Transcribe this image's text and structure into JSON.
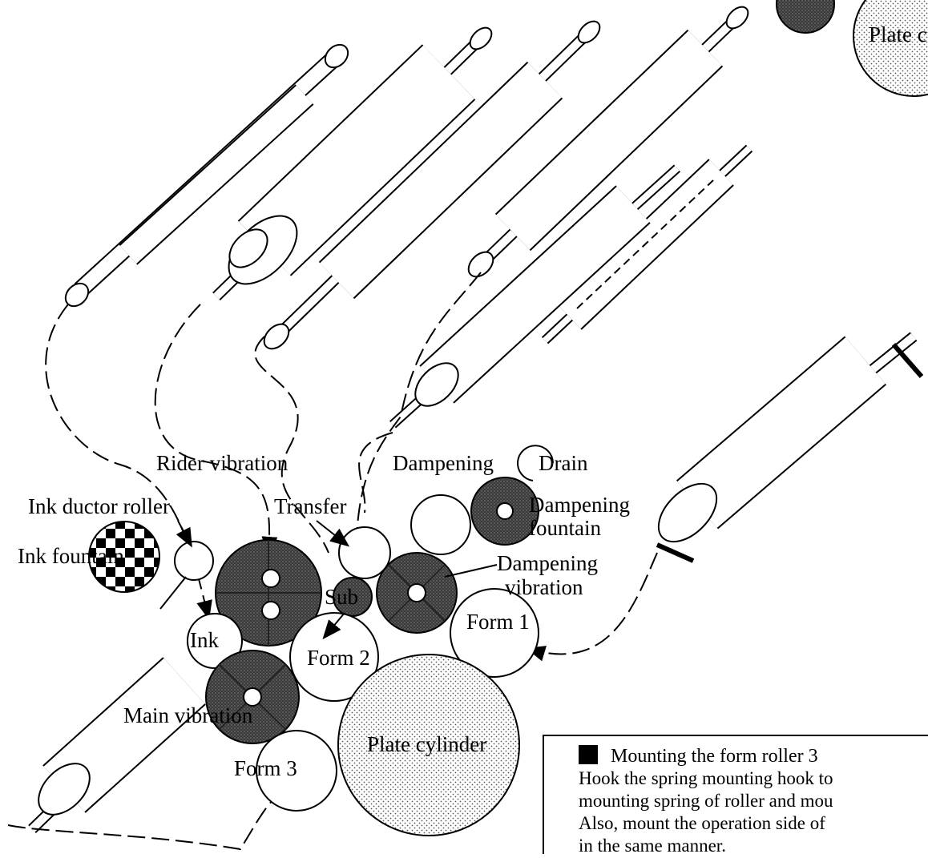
{
  "diagram": {
    "labels": {
      "plate_corner": "Plate c",
      "rider_vibration": "Rider vibration",
      "dampening": "Dampening",
      "drain": "Drain",
      "ink_ductor_roller": "Ink ductor roller",
      "transfer": "Transfer",
      "dampening_fountain_line1": "Dampening",
      "dampening_fountain_line2": "fountain",
      "ink_fountain": "Ink fountain",
      "dampening_vibration_line1": "Dampening",
      "dampening_vibration_line2": "vibration",
      "sub": "Sub",
      "ink": "Ink",
      "form1": "Form 1",
      "form2": "Form 2",
      "main_vibration": "Main vibration",
      "plate_cylinder": "Plate cylinder",
      "form3": "Form 3"
    },
    "note": {
      "title": "Mounting the form roller 3",
      "lines": [
        "Hook the spring mounting hook to",
        "mounting spring of roller and mou",
        "Also, mount the operation side of",
        "in the same manner."
      ]
    }
  }
}
